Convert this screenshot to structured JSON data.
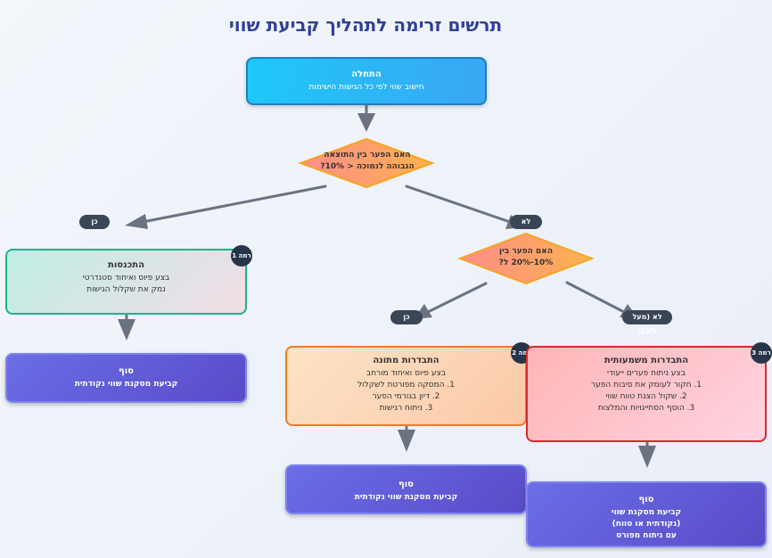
{
  "title": "תרשים זרימה לתהליך קביעת שווי",
  "start": {
    "head": "התחלה",
    "text": "חישוב שווי לפי כל הגישות הישימות"
  },
  "decision1": {
    "line1": "האם הפער בין התוצאה",
    "line2": "הגבוהה לנמוכה < 10%?"
  },
  "decision2": {
    "line1": "האם הפער בין",
    "line2": "10%-20% ל?"
  },
  "labels": {
    "yes1": "כן",
    "no1": "לא",
    "yes2": "כן",
    "no2": "לא (מעל 20%)"
  },
  "mild": {
    "level": "רמה 1",
    "head": "התכנסות",
    "line1": "בצע פיוס ואיחוד סטנדרטי",
    "line2": "נמק את שקלול הגישות"
  },
  "moderate": {
    "level": "רמה 2",
    "head": "התבדרות מתונה",
    "line1": "בצע פיוס ואיחוד מורחב",
    "line2": "1. המסקה מפורטת לשקלול",
    "line3": "2. דיון בגורמי הפער",
    "line4": "3. ניתוח רגישות"
  },
  "severe": {
    "level": "רמה 3",
    "head": "התבדרות משמעותית",
    "line1": "בצע ניתוח פערים ייעודי",
    "line2": "1. חקור לעומק את סיבות הפער",
    "line3": "2. שקול הצגת טווח שווי",
    "line4": "3. הוסף הסתייגויות והמלצות"
  },
  "end1": {
    "head": "סוף",
    "text": "קביעת מסקנת שווי נקודתית"
  },
  "end2": {
    "head": "סוף",
    "text": "קביעת מסקנת שווי נקודתית"
  },
  "end3": {
    "head": "סוף",
    "line1": "קביעת מסקנת שווי",
    "line2": "(נקודתית או טווח)",
    "line3": "עם ניתוח מפורט"
  },
  "colors": {
    "arrow": "#6b7280",
    "diamond_fill": "#fdb24d",
    "diamond_stroke": "#f59e0b",
    "title": "#2f3f9a"
  }
}
